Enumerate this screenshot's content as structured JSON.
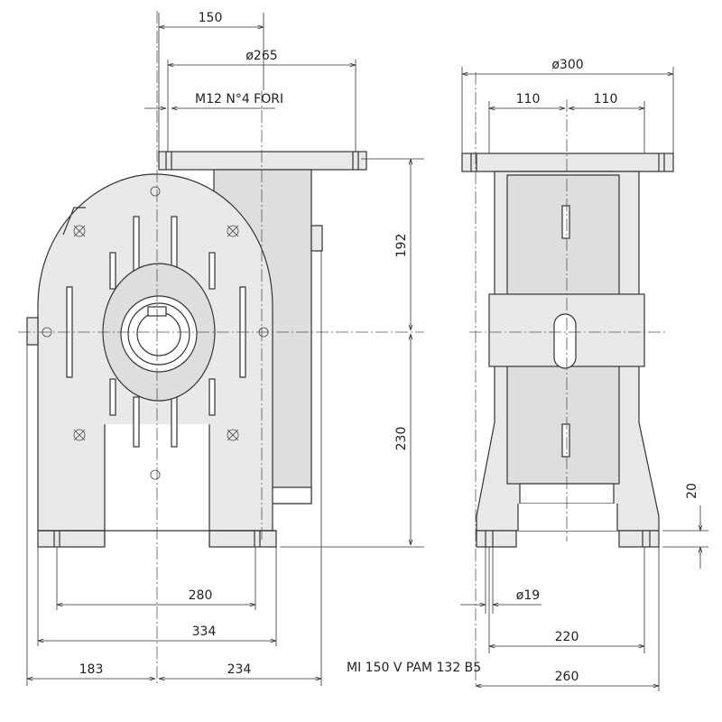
{
  "dimensions": {
    "d150": "150",
    "d265": "ø265",
    "m12": "M12 N°4 FORI",
    "d192": "192",
    "d230": "230",
    "d280": "280",
    "d334": "334",
    "d183": "183",
    "d234": "234",
    "d300": "ø300",
    "d110a": "110",
    "d110b": "110",
    "d20": "20",
    "d19": "ø19",
    "d220": "220",
    "d260": "260"
  },
  "model_label": "MI 150 V PAM 132 B5",
  "colors": {
    "line": "#333333",
    "fill": "#e9e9e9",
    "background": "#ffffff"
  }
}
